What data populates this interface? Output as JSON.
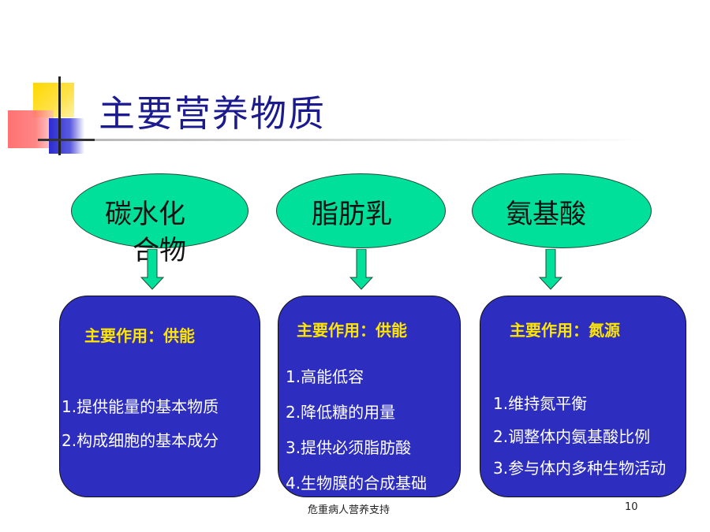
{
  "slide": {
    "title": "主要营养物质",
    "footer_text": "危重病人营养支持",
    "page_number": "10"
  },
  "nutrients": [
    {
      "name_line1": "碳水化",
      "name_line2": "合物",
      "heading": "主要作用：供能",
      "points": [
        "1.提供能量的基本物质",
        "2.构成细胞的基本成分"
      ]
    },
    {
      "name_line1": "脂肪乳",
      "heading": "主要作用：供能",
      "points": [
        "1.高能低容",
        "2.降低糖的用量",
        "3.提供必须脂肪酸",
        "4.生物膜的合成基础"
      ]
    },
    {
      "name_line1": "氨基酸",
      "heading": "主要作用：氮源",
      "points": [
        "1.维持氮平衡",
        "2.调整体内氨基酸比例",
        "3.参与体内多种生物活动"
      ]
    }
  ],
  "colors": {
    "title": "#1b1b8f",
    "ellipse_fill": "#00e09a",
    "box_fill": "#2d2dbf",
    "heading_text": "#ffe600",
    "body_text": "#ffffff"
  }
}
